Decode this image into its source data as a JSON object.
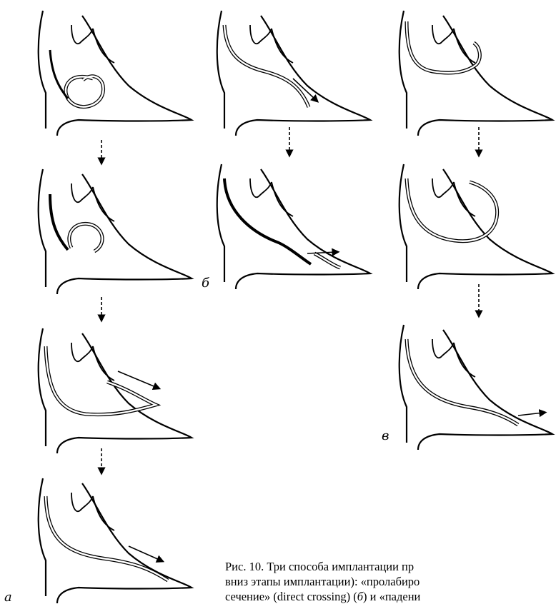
{
  "figure": {
    "panel_labels": {
      "a": "а",
      "b": "б",
      "v": "в"
    },
    "caption": {
      "line1": "Рис. 10. Три способа имплантации пр",
      "line2": "вниз этапы имплантации): «пролабиро",
      "line3_start": "сечение» (direct crossing) (",
      "line3_letter": "б",
      "line3_end": ") и «падени"
    }
  }
}
